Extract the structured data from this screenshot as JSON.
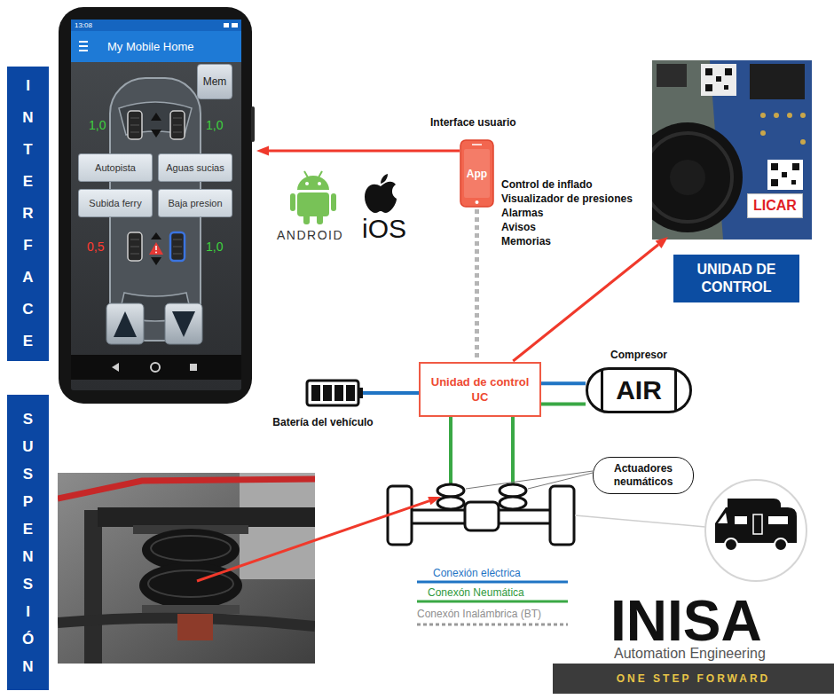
{
  "diagram": {
    "nodes": [
      {
        "text": [
          "INTERFACE"
        ]
      },
      {
        "text": [
          "13:08",
          "My Mobile Home"
        ]
      },
      {
        "text": [
          "Mem"
        ],
        "in": 1
      },
      {
        "text": [
          "Autopista"
        ],
        "in": 1
      },
      {
        "text": [
          "Aguas sucias"
        ],
        "in": 1
      },
      {
        "text": [
          "Subida ferry"
        ],
        "in": 1
      },
      {
        "text": [
          "Baja presion"
        ],
        "in": 1
      },
      {
        "text": [
          "App"
        ]
      },
      {
        "text": [
          "LICAR"
        ]
      },
      {
        "text": [
          "UNIDAD DE CONTROL"
        ]
      },
      {
        "text": [
          "Batería del vehículo"
        ]
      },
      {
        "text": [
          "Unidad de control UC"
        ]
      },
      {
        "text": [
          "Compresor",
          "AIR"
        ]
      },
      {
        "text": [
          "SUSPENSIÓN"
        ]
      },
      {
        "text": [
          "Actuadores neumáticos"
        ]
      },
      {
        "text": [
          "ONE STEP FORWARD"
        ]
      }
    ],
    "edges": [
      {
        "from": 7,
        "to": 1,
        "arrow": "to"
      },
      {
        "from": 7,
        "to": 11,
        "arrow": "none"
      },
      {
        "from": 11,
        "to": 8,
        "arrow": "to"
      },
      {
        "from": 10,
        "to": 11,
        "arrow": "none"
      },
      {
        "from": 11,
        "to": 12,
        "arrow": "none"
      },
      {
        "from": 11,
        "to": 12,
        "arrow": "none"
      }
    ],
    "labels": [
      "Interface usuario",
      "Control de inflado",
      "Visualizador de presiones",
      "Alarmas",
      "Avisos",
      "Memorias",
      "ANDROID",
      "iOS",
      "1,0",
      "1,0",
      "0,5",
      "1,0",
      "INISA",
      "Automation Engineering"
    ],
    "legend": [
      {
        "text": "Conexión eléctrica"
      },
      {
        "text": "Conexón Neumática"
      },
      {
        "text": "Conexón Inalámbrica (BT)"
      }
    ]
  }
}
